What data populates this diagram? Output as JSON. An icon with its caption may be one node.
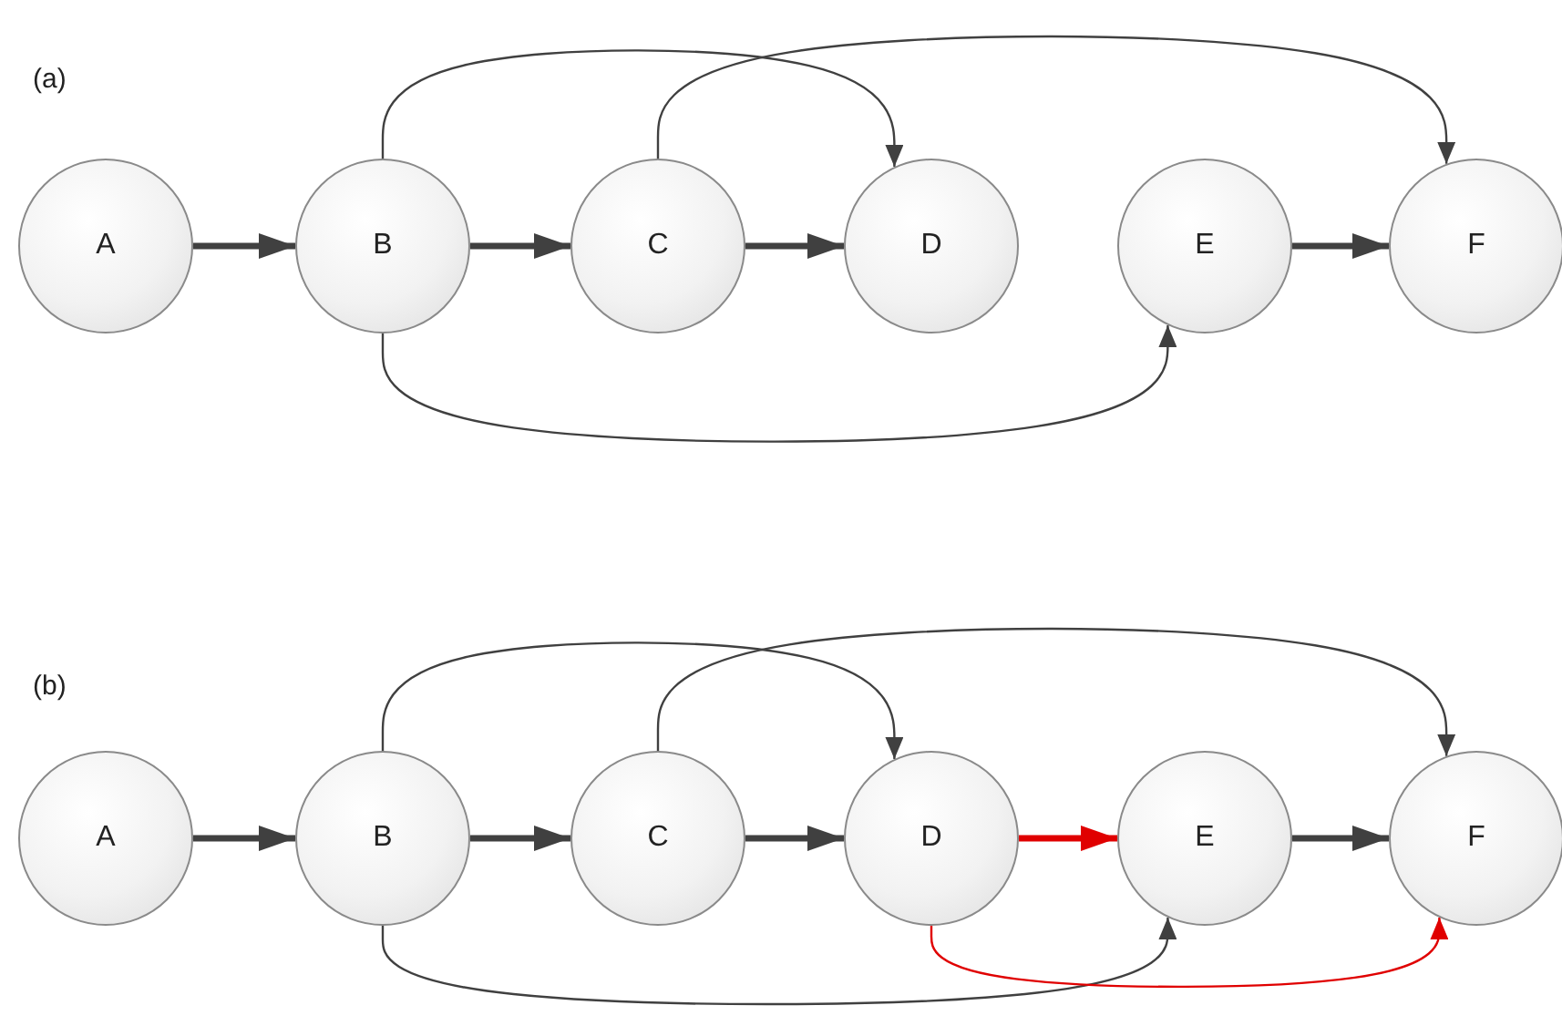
{
  "diagram": {
    "nodes": [
      {
        "text": [
          "A"
        ]
      },
      {
        "text": [
          "B"
        ]
      },
      {
        "text": [
          "C"
        ]
      },
      {
        "text": [
          "D"
        ]
      },
      {
        "text": [
          "E"
        ]
      },
      {
        "text": [
          "F"
        ]
      },
      {
        "text": [
          "A"
        ]
      },
      {
        "text": [
          "B"
        ]
      },
      {
        "text": [
          "C"
        ]
      },
      {
        "text": [
          "D"
        ]
      },
      {
        "text": [
          "E"
        ]
      },
      {
        "text": [
          "F"
        ]
      }
    ],
    "edges": [
      {
        "from": 0,
        "to": 1,
        "arrow": "to"
      },
      {
        "from": 1,
        "to": 2,
        "arrow": "to"
      },
      {
        "from": 2,
        "to": 3,
        "arrow": "to"
      },
      {
        "from": 4,
        "to": 5,
        "arrow": "to"
      },
      {
        "from": 1,
        "to": 3,
        "arrow": "to"
      },
      {
        "from": 2,
        "to": 5,
        "arrow": "to"
      },
      {
        "from": 1,
        "to": 4,
        "arrow": "to"
      },
      {
        "from": 6,
        "to": 7,
        "arrow": "to"
      },
      {
        "from": 7,
        "to": 8,
        "arrow": "to"
      },
      {
        "from": 8,
        "to": 9,
        "arrow": "to"
      },
      {
        "from": 9,
        "to": 10,
        "arrow": "to",
        "color": "#e00000"
      },
      {
        "from": 10,
        "to": 11,
        "arrow": "to"
      },
      {
        "from": 7,
        "to": 9,
        "arrow": "to"
      },
      {
        "from": 8,
        "to": 11,
        "arrow": "to"
      },
      {
        "from": 7,
        "to": 10,
        "arrow": "to"
      },
      {
        "from": 9,
        "to": 11,
        "arrow": "to",
        "color": "#e00000"
      }
    ],
    "labels": [
      "(a)",
      "(b)"
    ]
  }
}
